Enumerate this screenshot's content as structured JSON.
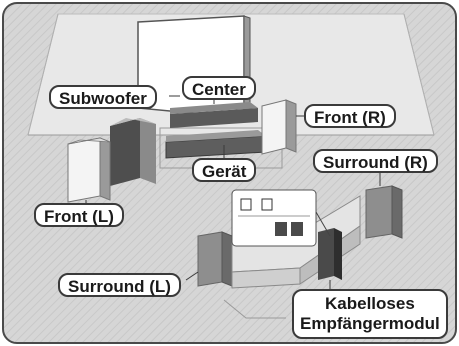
{
  "labels": {
    "subwoofer": "Subwoofer",
    "center": "Center",
    "front_r": "Front (R)",
    "geraet": "Gerät",
    "surround_r": "Surround (R)",
    "front_l": "Front (L)",
    "surround_l": "Surround (L)",
    "receiver_line1": "Kabelloses",
    "receiver_line2": "Empfängermodul"
  },
  "colors": {
    "background": "#d6d6d6",
    "frame": "#4a4a4a",
    "speaker_front": "#f4f4f4",
    "speaker_side": "#9a9a9a",
    "speaker_dark": "#6e6e6e",
    "label_border": "#3a3a3a"
  }
}
